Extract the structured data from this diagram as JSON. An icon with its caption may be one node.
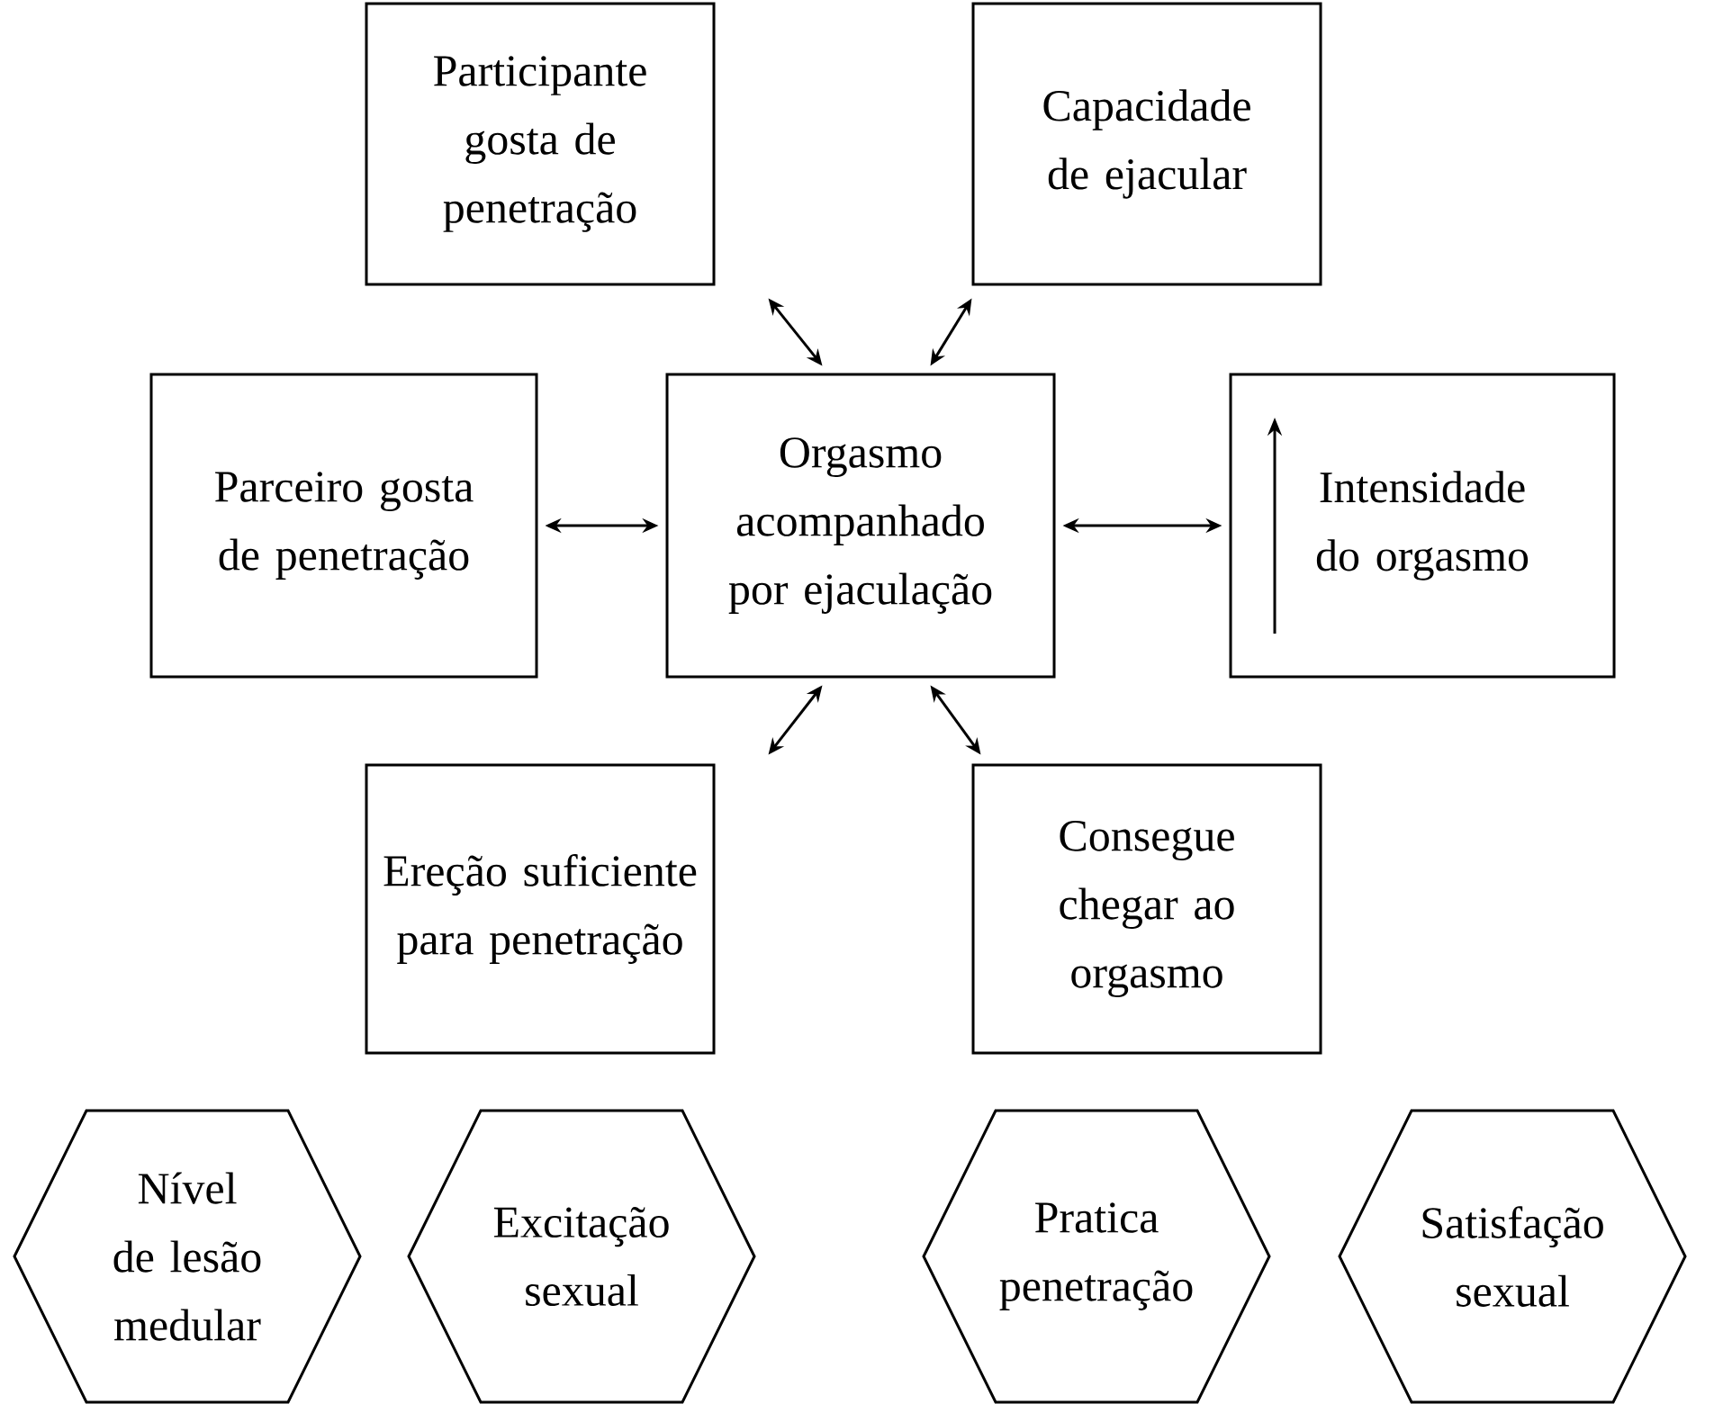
{
  "diagram": {
    "nodes": [
      {
        "text": [
          "Participante gosta de penetração"
        ]
      },
      {
        "text": [
          "Capacidade de ejacular"
        ]
      },
      {
        "text": [
          "Parceiro gosta de penetração"
        ]
      },
      {
        "text": [
          "Orgasmo acompanhado por ejaculação"
        ]
      },
      {
        "text": [
          "Intensidade do orgasmo"
        ]
      },
      {
        "text": [
          "Ereção suficiente para penetração"
        ]
      },
      {
        "text": [
          "Consegue chegar ao orgasmo"
        ]
      },
      {
        "text": [
          "Nível de lesão medular"
        ]
      },
      {
        "text": [
          "Excitação sexual"
        ]
      },
      {
        "text": [
          "Pratica penetração"
        ]
      },
      {
        "text": [
          "Satisfação sexual"
        ]
      }
    ],
    "edges": [
      {
        "from": 3,
        "to": 0,
        "arrow": "both"
      },
      {
        "from": 3,
        "to": 1,
        "arrow": "both"
      },
      {
        "from": 3,
        "to": 2,
        "arrow": "both"
      },
      {
        "from": 3,
        "to": 4,
        "arrow": "both"
      },
      {
        "from": 3,
        "to": 5,
        "arrow": "both"
      },
      {
        "from": 3,
        "to": 6,
        "arrow": "both"
      }
    ]
  }
}
